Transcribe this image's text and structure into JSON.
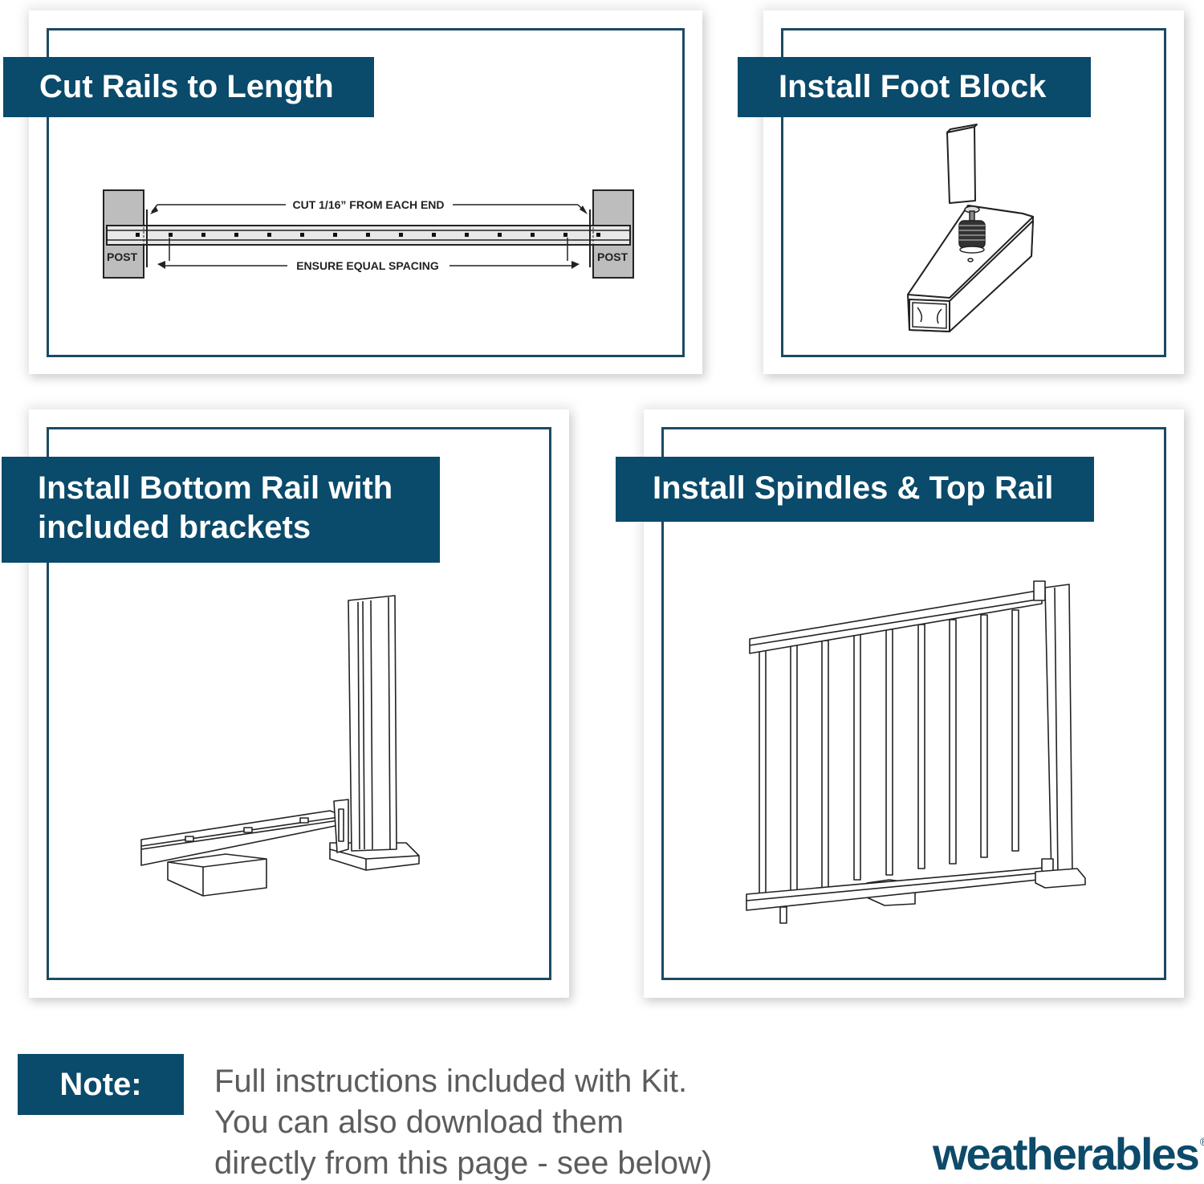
{
  "brand": {
    "name": "weatherables",
    "registered_mark": "®",
    "color": "#0d4a6a"
  },
  "colors": {
    "label_bg": "#0a4a6b",
    "frame_border": "#1d4a63",
    "note_text": "#5c5c5c"
  },
  "steps": [
    {
      "title_lines": [
        "Cut Rails to Length"
      ],
      "diagram": {
        "type": "rail-cut-diagram",
        "top_annotation": "CUT 1/16” FROM EACH END",
        "bottom_annotation": "ENSURE EQUAL SPACING",
        "left_post_label": "POST",
        "right_post_label": "POST"
      }
    },
    {
      "title_lines": [
        "Install Foot Block"
      ],
      "diagram": {
        "type": "foot-block-illustration"
      }
    },
    {
      "title_lines": [
        "Install Bottom Rail with",
        "included brackets"
      ],
      "diagram": {
        "type": "bottom-rail-illustration"
      }
    },
    {
      "title_lines": [
        "Install Spindles & Top Rail"
      ],
      "diagram": {
        "type": "spindles-top-rail-illustration"
      }
    }
  ],
  "note": {
    "label": "Note:",
    "lines": [
      "Full instructions included with Kit.",
      "You can also download them",
      "directly from this page - see below)"
    ]
  }
}
